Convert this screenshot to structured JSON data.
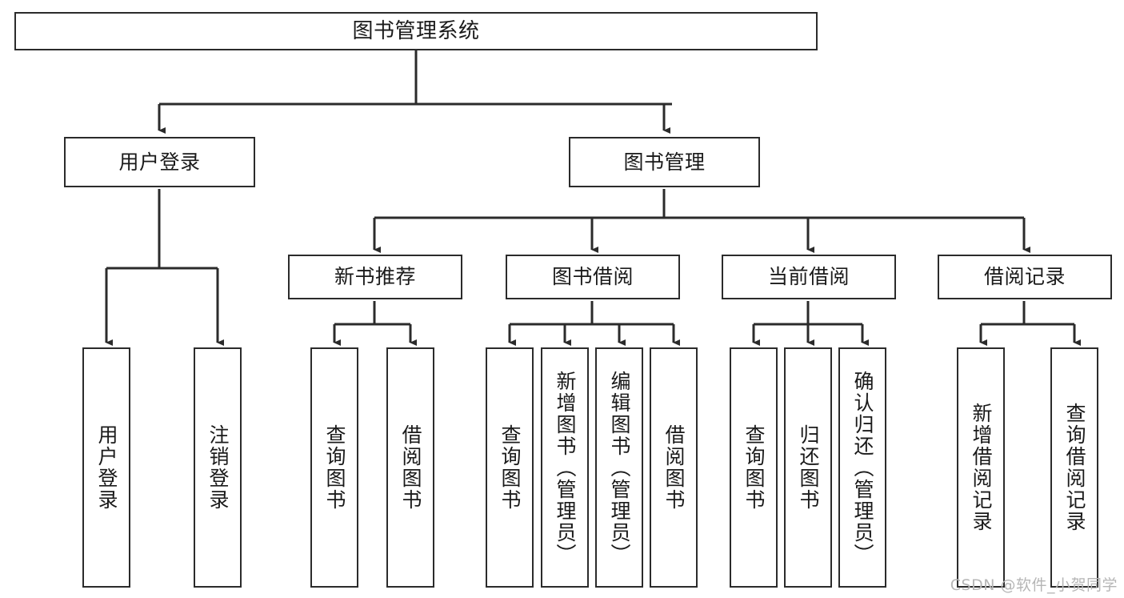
{
  "diagram": {
    "title": "图书管理系统",
    "type": "tree-hierarchy",
    "watermark": "CSDN @软件_小贺同学",
    "colors": {
      "box_border": "#2b2b2b",
      "box_fill": "#ffffff",
      "connector": "#2b2b2b",
      "text": "#1a1a1a",
      "watermark": "#b6b6b6",
      "background": "#ffffff"
    },
    "nodes": {
      "root": {
        "label": "图书管理系统",
        "orientation": "horizontal"
      },
      "level2": [
        {
          "id": "user-login",
          "label": "用户登录",
          "orientation": "horizontal"
        },
        {
          "id": "book-manage",
          "label": "图书管理",
          "orientation": "horizontal"
        }
      ],
      "level3": [
        {
          "id": "new-book-recommend",
          "label": "新书推荐",
          "orientation": "horizontal"
        },
        {
          "id": "book-borrow",
          "label": "图书借阅",
          "orientation": "horizontal"
        },
        {
          "id": "current-borrow",
          "label": "当前借阅",
          "orientation": "horizontal"
        },
        {
          "id": "borrow-record",
          "label": "借阅记录",
          "orientation": "horizontal"
        }
      ],
      "leaves": [
        {
          "id": "leaf-user-login",
          "label": "用户登录",
          "parent": "user-login",
          "orientation": "vertical"
        },
        {
          "id": "leaf-user-logout",
          "label": "注销登录",
          "parent": "user-login",
          "orientation": "vertical"
        },
        {
          "id": "leaf-query-book-1",
          "label": "查询图书",
          "parent": "new-book-recommend",
          "orientation": "vertical"
        },
        {
          "id": "leaf-borrow-book-1",
          "label": "借阅图书",
          "parent": "new-book-recommend",
          "orientation": "vertical"
        },
        {
          "id": "leaf-query-book-2",
          "label": "查询图书",
          "parent": "book-borrow",
          "orientation": "vertical"
        },
        {
          "id": "leaf-add-book",
          "label": "新增图书（管理员）",
          "parent": "book-borrow",
          "orientation": "vertical"
        },
        {
          "id": "leaf-edit-book",
          "label": "编辑图书（管理员）",
          "parent": "book-borrow",
          "orientation": "vertical"
        },
        {
          "id": "leaf-borrow-book-2",
          "label": "借阅图书",
          "parent": "book-borrow",
          "orientation": "vertical"
        },
        {
          "id": "leaf-query-book-3",
          "label": "查询图书",
          "parent": "current-borrow",
          "orientation": "vertical"
        },
        {
          "id": "leaf-return-book",
          "label": "归还图书",
          "parent": "current-borrow",
          "orientation": "vertical"
        },
        {
          "id": "leaf-confirm-return",
          "label": "确认归还（管理员）",
          "parent": "current-borrow",
          "orientation": "vertical"
        },
        {
          "id": "leaf-add-record",
          "label": "新增借阅记录",
          "parent": "borrow-record",
          "orientation": "vertical"
        },
        {
          "id": "leaf-query-record",
          "label": "查询借阅记录",
          "parent": "borrow-record",
          "orientation": "vertical"
        }
      ]
    }
  }
}
